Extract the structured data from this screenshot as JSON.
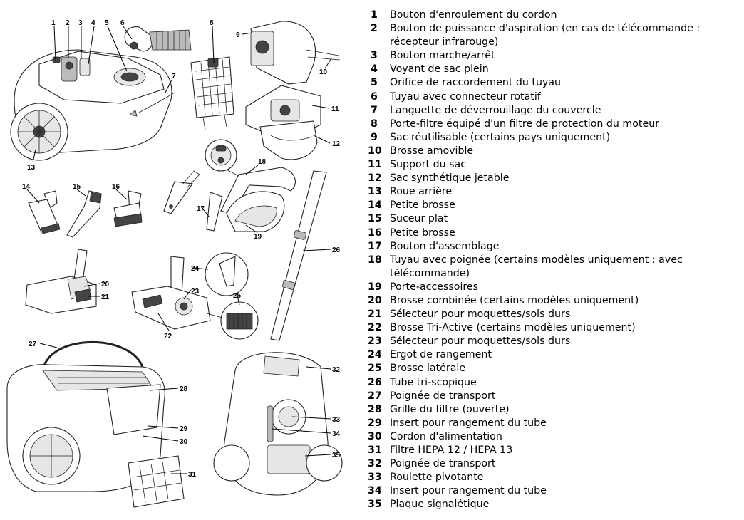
{
  "legend": [
    {
      "num": "1",
      "text": "Bouton d'enroulement du cordon"
    },
    {
      "num": "2",
      "text": "Bouton de puissance d'aspiration (en cas de télécommande : récepteur infrarouge)"
    },
    {
      "num": "3",
      "text": "Bouton marche/arrêt"
    },
    {
      "num": "4",
      "text": "Voyant de sac plein"
    },
    {
      "num": "5",
      "text": "Orifice de raccordement du tuyau"
    },
    {
      "num": "6",
      "text": "Tuyau avec connecteur rotatif"
    },
    {
      "num": "7",
      "text": "Languette de déverrouillage du couvercle"
    },
    {
      "num": "8",
      "text": "Porte-filtre équipé d'un filtre de protection du moteur"
    },
    {
      "num": "9",
      "text": "Sac réutilisable (certains pays uniquement)"
    },
    {
      "num": "10",
      "text": "Brosse amovible"
    },
    {
      "num": "11",
      "text": "Support du sac"
    },
    {
      "num": "12",
      "text": "Sac synthétique jetable"
    },
    {
      "num": "13",
      "text": "Roue arrière"
    },
    {
      "num": "14",
      "text": "Petite brosse"
    },
    {
      "num": "15",
      "text": "Suceur plat"
    },
    {
      "num": "16",
      "text": "Petite brosse"
    },
    {
      "num": "17",
      "text": "Bouton d'assemblage"
    },
    {
      "num": "18",
      "text": "Tuyau avec poignée (certains modèles uniquement : avec télécommande)"
    },
    {
      "num": "19",
      "text": "Porte-accessoires"
    },
    {
      "num": "20",
      "text": "Brosse combinée (certains modèles uniquement)"
    },
    {
      "num": "21",
      "text": "Sélecteur pour moquettes/sols durs"
    },
    {
      "num": "22",
      "text": "Brosse Tri-Active (certains modèles uniquement)"
    },
    {
      "num": "23",
      "text": "Sélecteur pour moquettes/sols durs"
    },
    {
      "num": "24",
      "text": "Ergot de rangement"
    },
    {
      "num": "25",
      "text": "Brosse latérale"
    },
    {
      "num": "26",
      "text": "Tube tri-scopique"
    },
    {
      "num": "27",
      "text": "Poignée de transport"
    },
    {
      "num": "28",
      "text": "Grille du filtre (ouverte)"
    },
    {
      "num": "29",
      "text": "Insert pour rangement du tube"
    },
    {
      "num": "30",
      "text": "Cordon d'alimentation"
    },
    {
      "num": "31",
      "text": "Filtre HEPA 12 / HEPA 13"
    },
    {
      "num": "32",
      "text": "Poignée de transport"
    },
    {
      "num": "33",
      "text": "Roulette pivotante"
    },
    {
      "num": "34",
      "text": "Insert pour rangement du tube"
    },
    {
      "num": "35",
      "text": "Plaque signalétique"
    }
  ],
  "callouts": [
    "1",
    "2",
    "3",
    "4",
    "5",
    "6",
    "7",
    "8",
    "9",
    "10",
    "11",
    "12",
    "13",
    "14",
    "15",
    "16",
    "17",
    "18",
    "19",
    "20",
    "21",
    "22",
    "23",
    "24",
    "25",
    "26",
    "27",
    "28",
    "29",
    "30",
    "31",
    "32",
    "33",
    "34",
    "35"
  ]
}
